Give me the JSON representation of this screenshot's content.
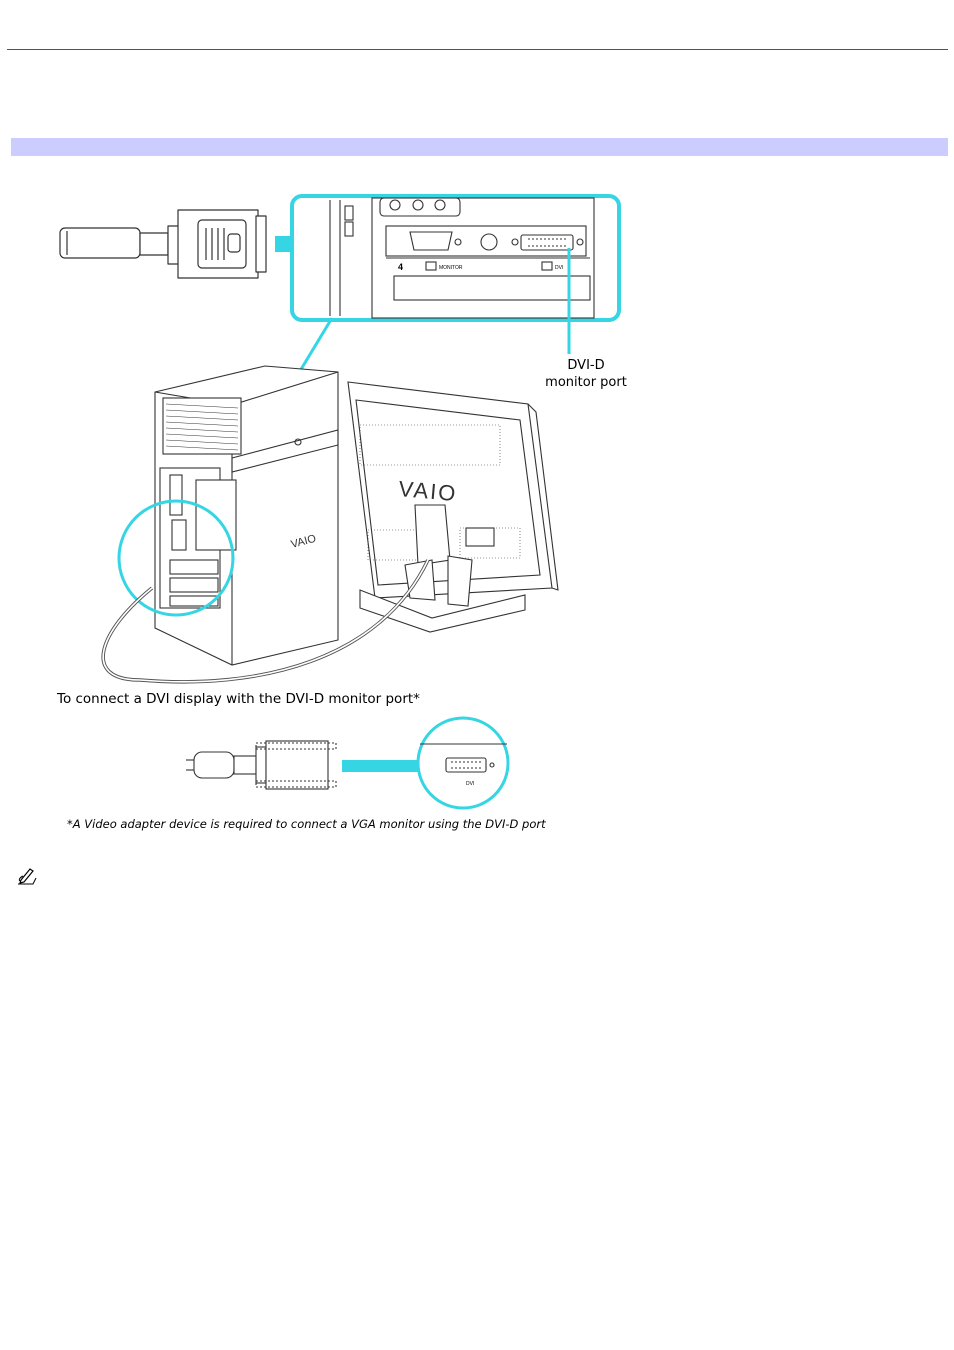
{
  "figure": {
    "port_label_line1": "DVI-D",
    "port_label_line2": "monitor port",
    "caption": "To connect a DVI display with the DVI-D monitor port*",
    "footnote": "*A Video adapter device is required to connect a VGA monitor using the DVI-D port",
    "brand_logo": "VAIO",
    "panel_port_number": "4",
    "panel_monitor_label": "MONITOR",
    "panel_dvi_label": "DVI",
    "inset_dvi_label": "DVI"
  },
  "icons": {
    "note": "note-pencil-icon"
  },
  "colors": {
    "accent": "#35d5e3",
    "section_bar": "#ccccff",
    "rule": "#4b4b86",
    "line_art": "#333333"
  }
}
